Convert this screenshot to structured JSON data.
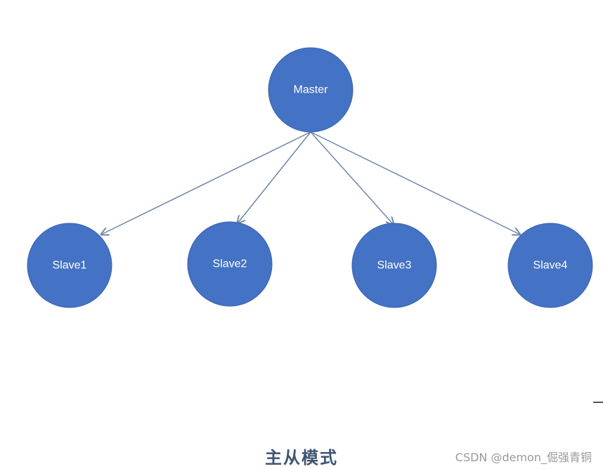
{
  "diagram": {
    "master": {
      "label": "Master"
    },
    "slaves": [
      {
        "label": "Slave1"
      },
      {
        "label": "Slave2"
      },
      {
        "label": "Slave3"
      },
      {
        "label": "Slave4"
      }
    ],
    "caption": "主从模式",
    "watermark": "CSDN @demon_倔强青铜"
  },
  "colors": {
    "node_fill": "#4472c4",
    "node_stroke": "#3a64b0",
    "edge": "#6f87a8",
    "caption": "#3e5470",
    "watermark": "#9a9a9a"
  }
}
